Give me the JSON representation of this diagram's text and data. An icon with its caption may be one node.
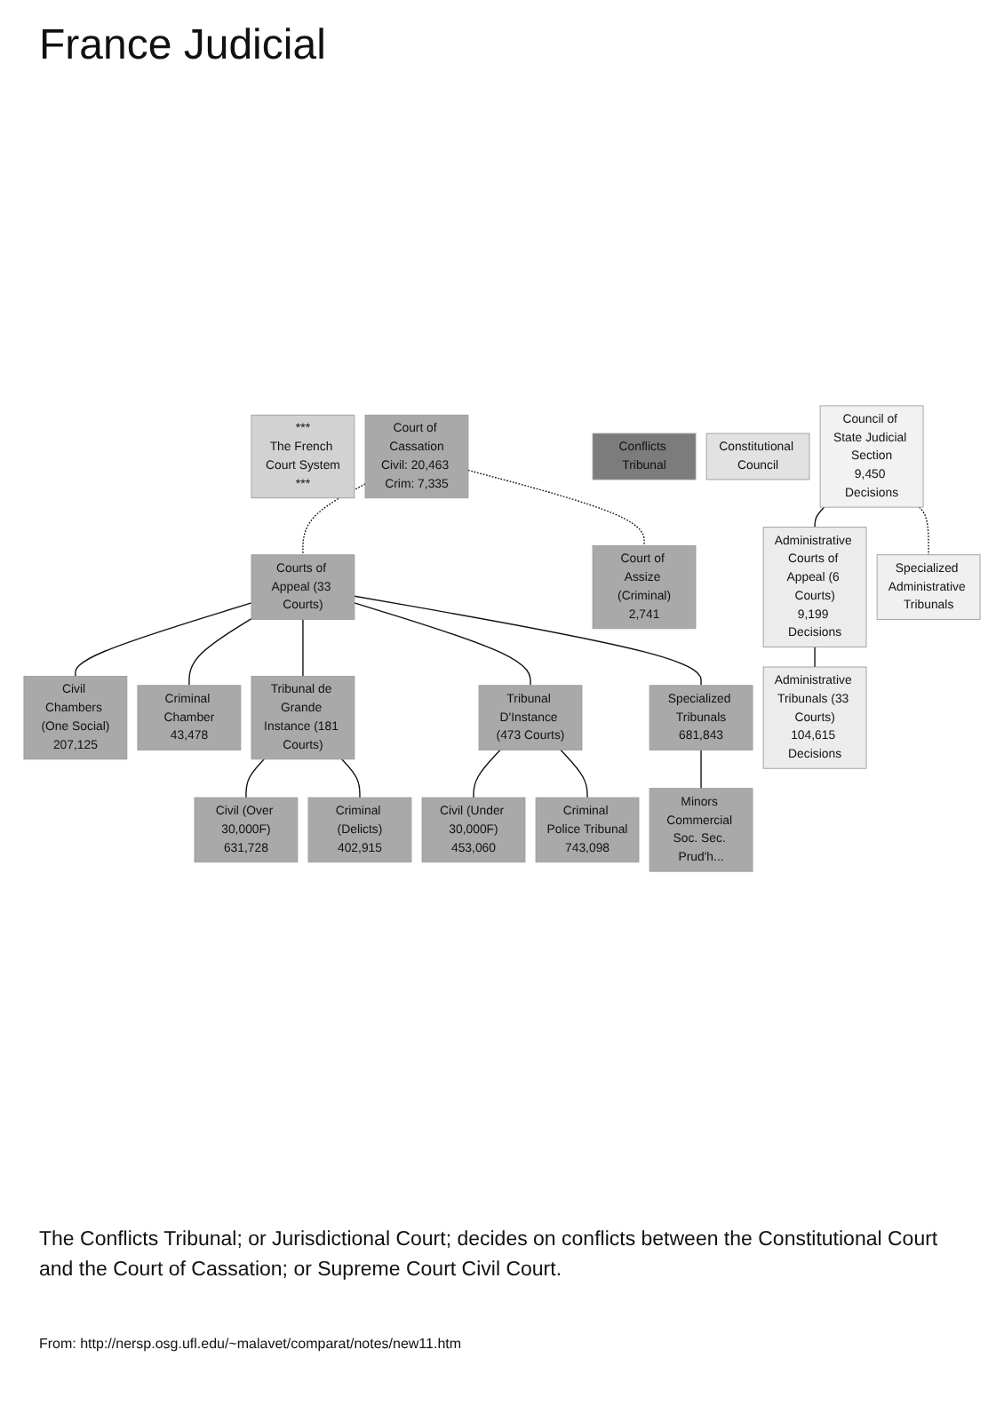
{
  "diagram": {
    "title": "France Judicial",
    "caption": "The Conflicts Tribunal; or Jurisdictional Court; decides on conflicts between the Constitutional Court and the Court of Cassation; or Supreme Court Civil Court.",
    "nodes": [
      {
        "text": [
          "***",
          "The French Court System",
          "***"
        ]
      },
      {
        "text": [
          "Court of Cassation",
          "Civil: 20,463 Crim: 7,335"
        ]
      },
      {
        "text": [
          "Conflicts Tribunal"
        ]
      },
      {
        "text": [
          "Constitutional Council"
        ]
      },
      {
        "text": [
          "Council of State Judicial Section",
          "9,450 Decisions"
        ]
      },
      {
        "text": [
          "Courts of Appeal (33 Courts)"
        ]
      },
      {
        "text": [
          "Court of Assize (Criminal)",
          "2,741"
        ]
      },
      {
        "text": [
          "Civil Chambers (One Social)",
          "207,125"
        ]
      },
      {
        "text": [
          "Criminal Chamber",
          "43,478"
        ]
      },
      {
        "text": [
          "Tribunal de Grande Instance (181 Courts)"
        ]
      },
      {
        "text": [
          "Tribunal D'Instance (473 Courts)"
        ]
      },
      {
        "text": [
          "Specialized Tribunals",
          "681,843"
        ]
      },
      {
        "text": [
          "Civil (Over 30,000F)",
          "631,728"
        ]
      },
      {
        "text": [
          "Criminal (Delicts)",
          "402,915"
        ]
      },
      {
        "text": [
          "Civil (Under 30,000F)",
          "453,060"
        ]
      },
      {
        "text": [
          "Criminal Police Tribunal",
          "743,098"
        ]
      },
      {
        "text": [
          "Minors Commercial Soc. Sec. Prud'h..."
        ]
      },
      {
        "text": [
          "Administrative Courts of Appeal (6 Courts)",
          "9,199 Decisions"
        ]
      },
      {
        "text": [
          "Specialized Administrative Tribunals"
        ]
      },
      {
        "text": [
          "Administrative Tribunals (33 Courts)",
          "104,615 Decisions"
        ]
      }
    ],
    "edges": [
      {
        "from": 1,
        "to": 5,
        "arrow": "none",
        "style": "dashed"
      },
      {
        "from": 1,
        "to": 6,
        "arrow": "none",
        "style": "dashed"
      },
      {
        "from": 5,
        "to": 7,
        "arrow": "none"
      },
      {
        "from": 5,
        "to": 8,
        "arrow": "none"
      },
      {
        "from": 5,
        "to": 9,
        "arrow": "none"
      },
      {
        "from": 5,
        "to": 10,
        "arrow": "none"
      },
      {
        "from": 5,
        "to": 11,
        "arrow": "none"
      },
      {
        "from": 9,
        "to": 12,
        "arrow": "none"
      },
      {
        "from": 9,
        "to": 13,
        "arrow": "none"
      },
      {
        "from": 10,
        "to": 14,
        "arrow": "none"
      },
      {
        "from": 10,
        "to": 15,
        "arrow": "none"
      },
      {
        "from": 11,
        "to": 16,
        "arrow": "none"
      },
      {
        "from": 4,
        "to": 17,
        "arrow": "none"
      },
      {
        "from": 4,
        "to": 18,
        "arrow": "none",
        "style": "dashed"
      },
      {
        "from": 17,
        "to": 19,
        "arrow": "none"
      }
    ],
    "labels": [
      "From: http://nersp.osg.ufl.edu/~malavet/comparat/notes/new11.htm"
    ]
  }
}
